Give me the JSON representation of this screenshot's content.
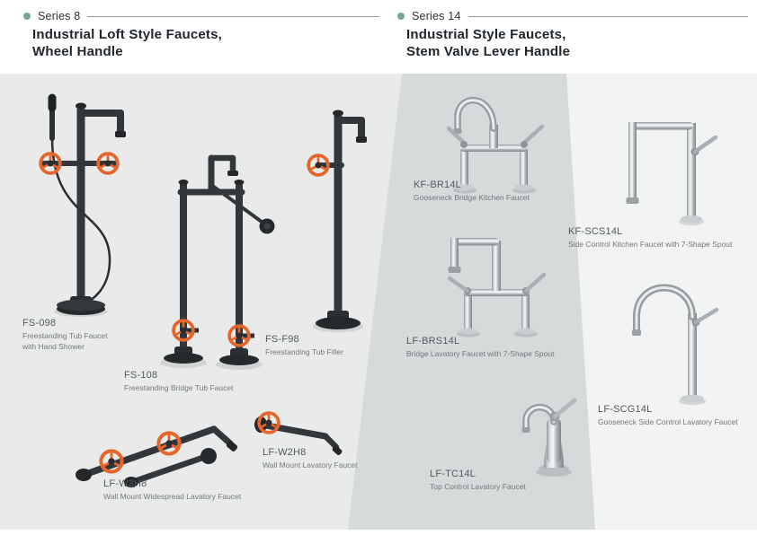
{
  "series8": {
    "label": "Series 8",
    "title_line1": "Industrial Loft Style Faucets,",
    "title_line2": "Wheel Handle",
    "products": {
      "fs098": {
        "code": "FS-098",
        "desc": "Freestanding  Tub Faucet",
        "desc2": "with Hand Shower"
      },
      "fs108": {
        "code": "FS-108",
        "desc": "Freestanding Bridge Tub Faucet"
      },
      "fsf98": {
        "code": "FS-F98",
        "desc": "Freestanding Tub Filler"
      },
      "lfw3h8": {
        "code": "LF-W3H8",
        "desc": "Wall Mount Widespread Lavatory Faucet"
      },
      "lfw2h8": {
        "code": "LF-W2H8",
        "desc": "Wall Mount Lavatory Faucet"
      }
    }
  },
  "series14": {
    "label": "Series 14",
    "title_line1": "Industrial Style Faucets,",
    "title_line2": "Stem Valve Lever Handle",
    "products": {
      "kfbr14l": {
        "code": "KF-BR14L",
        "desc": "Gooseneck Bridge Kitchen Faucet"
      },
      "kfscs14l": {
        "code": "KF-SCS14L",
        "desc": "Side Control Kitchen Faucet with 7-Shape Spout"
      },
      "lfbrs14l": {
        "code": "LF-BRS14L",
        "desc": "Bridge Lavatory Faucet with 7-Shape Spout"
      },
      "lfscg14l": {
        "code": "LF-SCG14L",
        "desc": "Gooseneck Side Control Lavatory Faucet"
      },
      "lftc14l": {
        "code": "LF-TC14L",
        "desc": "Top Control Lavatory Faucet"
      }
    }
  },
  "colors": {
    "accent_teal": "#74a79f",
    "wheel_orange": "#e5662d",
    "dark_metal": "#33363a",
    "chrome": "#c6cbcf",
    "bg_light": "#e9ebeb",
    "bg_wedge": "#d7dada"
  }
}
